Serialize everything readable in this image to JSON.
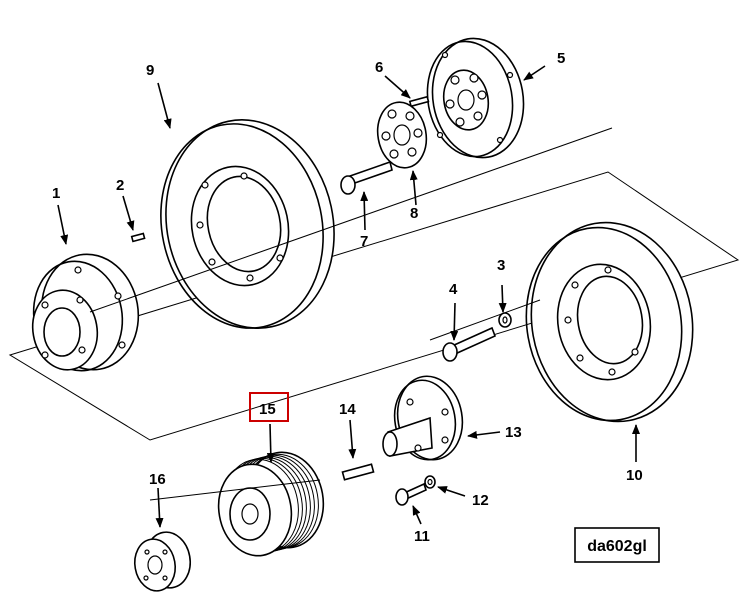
{
  "callouts": {
    "c1": "1",
    "c2": "2",
    "c3": "3",
    "c4": "4",
    "c5": "5",
    "c6": "6",
    "c7": "7",
    "c8": "8",
    "c9": "9",
    "c10": "10",
    "c11": "11",
    "c12": "12",
    "c13": "13",
    "c14": "14",
    "c15": "15",
    "c16": "16"
  },
  "highlighted_callout": "15",
  "highlight_color": "#cc0000",
  "diagram_code": "da602gl"
}
